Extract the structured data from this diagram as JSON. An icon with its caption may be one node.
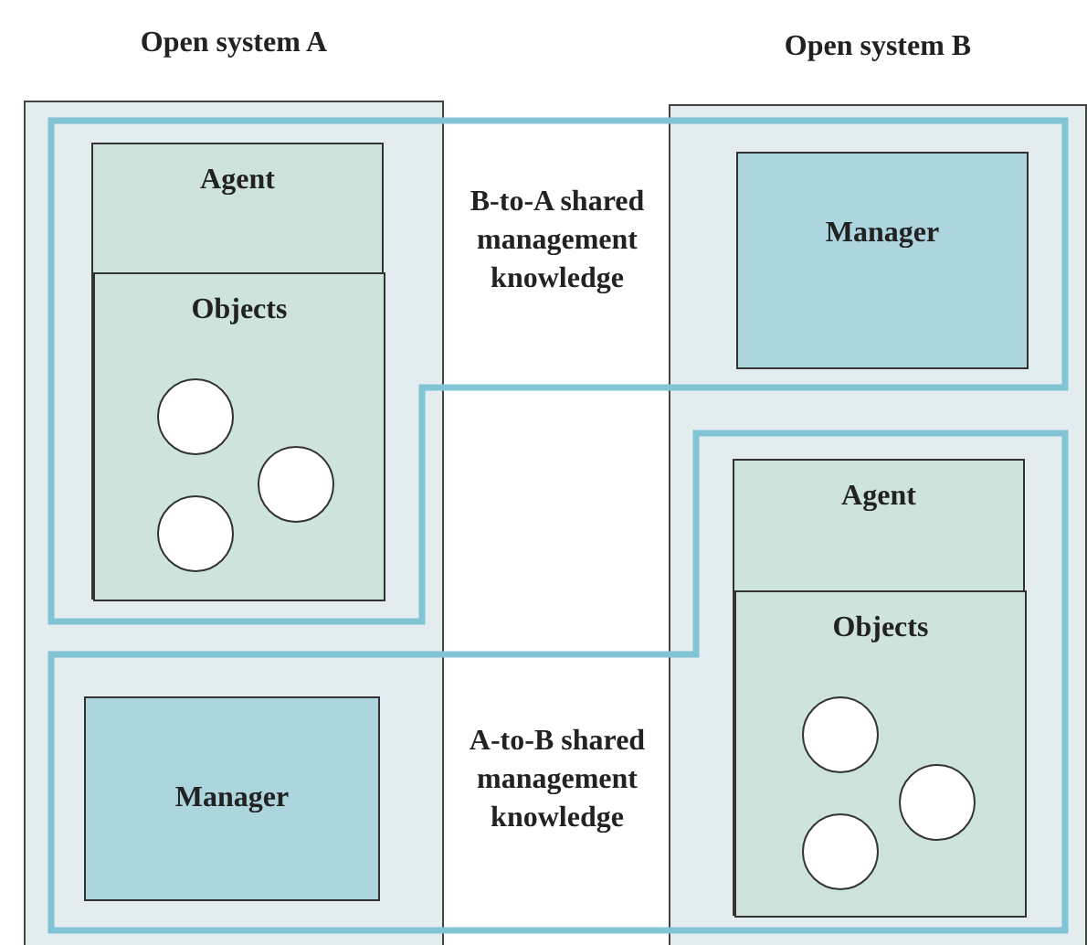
{
  "diagram": {
    "nodes": [
      {
        "text": [
          "Open system A"
        ]
      },
      {
        "text": [
          "Agent"
        ]
      },
      {
        "text": [
          "Objects"
        ],
        "in": 1
      },
      {
        "text": [],
        "shape": "circle",
        "in": 2
      },
      {
        "text": [],
        "shape": "circle",
        "in": 2
      },
      {
        "text": [],
        "shape": "circle",
        "in": 2
      },
      {
        "text": [
          "Manager"
        ]
      },
      {
        "text": [
          "Open system B"
        ]
      },
      {
        "text": [
          "Manager"
        ]
      },
      {
        "text": [
          "Agent"
        ]
      },
      {
        "text": [
          "Objects"
        ],
        "in": 9
      },
      {
        "text": [],
        "shape": "circle",
        "in": 10
      },
      {
        "text": [],
        "shape": "circle",
        "in": 10
      },
      {
        "text": [],
        "shape": "circle",
        "in": 10
      },
      {
        "text": [
          "B-to-A shared management knowledge"
        ]
      },
      {
        "text": [
          "A-to-B shared management knowledge"
        ]
      }
    ]
  }
}
